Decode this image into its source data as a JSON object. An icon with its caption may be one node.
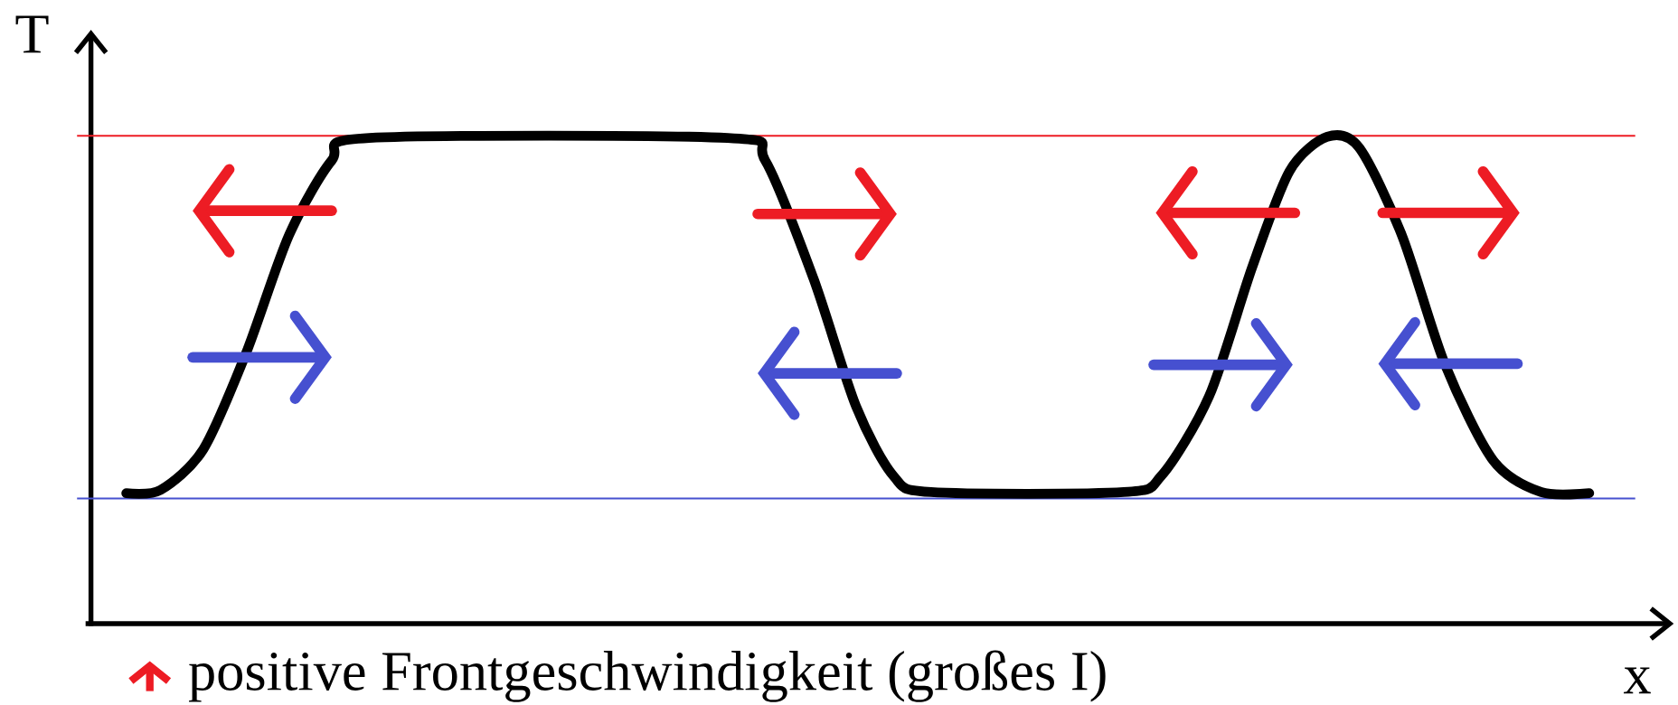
{
  "diagram": {
    "labels": [
      "T",
      "x"
    ],
    "legend": [
      {
        "text": "positive Frontgeschwindigkeit (großes I)"
      }
    ]
  }
}
